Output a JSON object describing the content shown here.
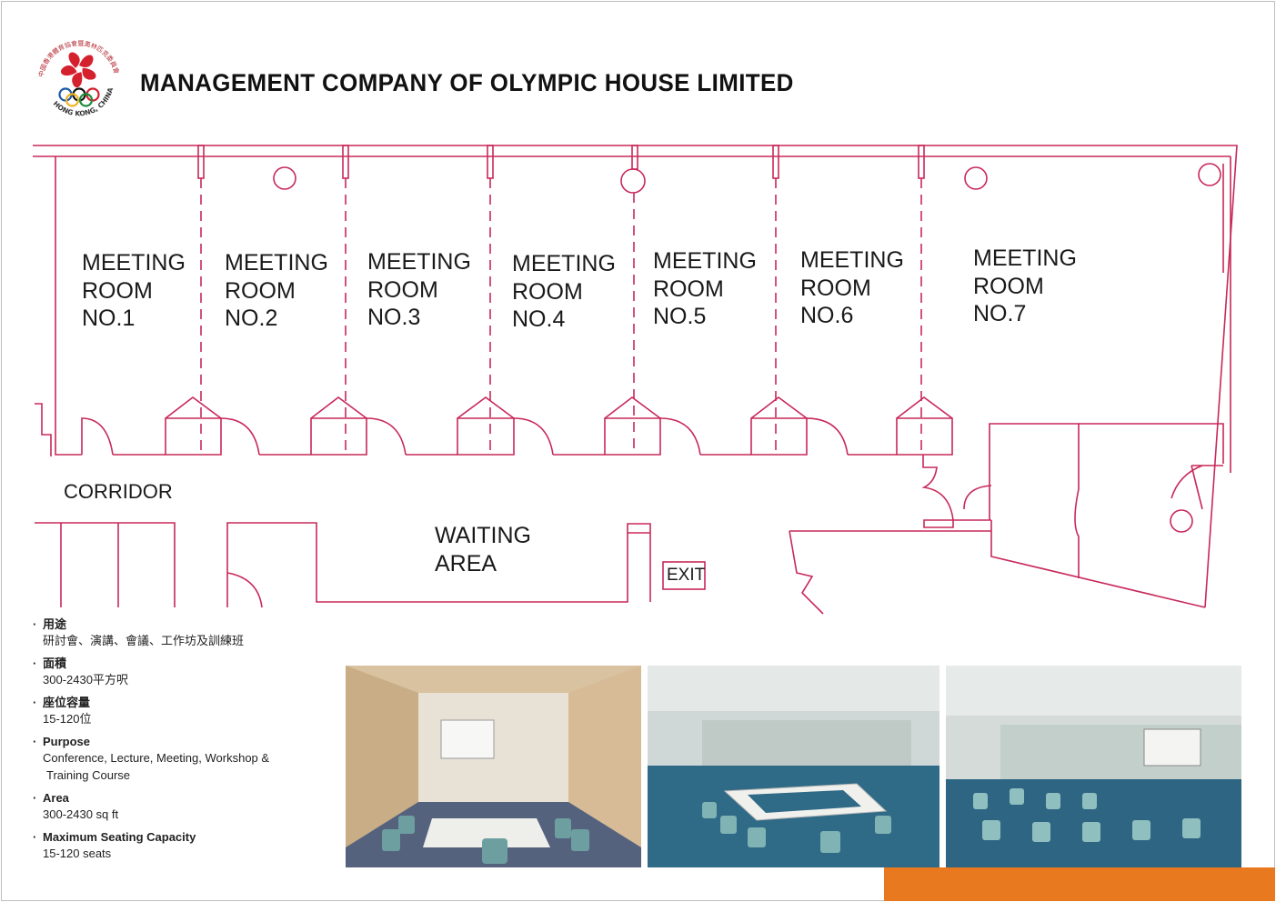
{
  "header": {
    "title": "MANAGEMENT COMPANY OF OLYMPIC HOUSE LIMITED",
    "logo_text": "中國香港體育協會暨奧林匹克委員會 · HONG KONG, CHINA ·"
  },
  "rooms": [
    {
      "line1": "MEETING",
      "line2": "ROOM",
      "line3": "NO.1"
    },
    {
      "line1": "MEETING",
      "line2": "ROOM",
      "line3": "NO.2"
    },
    {
      "line1": "MEETING",
      "line2": "ROOM",
      "line3": "NO.3"
    },
    {
      "line1": "MEETING",
      "line2": "ROOM",
      "line3": "NO.4"
    },
    {
      "line1": "MEETING",
      "line2": "ROOM",
      "line3": "NO.5"
    },
    {
      "line1": "MEETING",
      "line2": "ROOM",
      "line3": "NO.6"
    },
    {
      "line1": "MEETING",
      "line2": "ROOM",
      "line3": "NO.7"
    }
  ],
  "areas": {
    "corridor": "CORRIDOR",
    "waiting_line1": "WAITING",
    "waiting_line2": "AREA",
    "exit": "EXIT"
  },
  "info": [
    {
      "heading": "用途",
      "text": "研討會、演講、會議、工作坊及訓練班"
    },
    {
      "heading": "面積",
      "text": "300-2430平方呎"
    },
    {
      "heading": "座位容量",
      "text": "15-120位"
    },
    {
      "heading": "Purpose",
      "text": "Conference, Lecture, Meeting, Workshop &",
      "text2": "Training Course"
    },
    {
      "heading": "Area",
      "text": "300-2430 sq ft"
    },
    {
      "heading": "Maximum Seating Capacity",
      "text": "15-120 seats"
    }
  ],
  "colors": {
    "plan_line": "#c8285a",
    "accent_bar": "#e8791f",
    "logo_red": "#d5202e"
  }
}
